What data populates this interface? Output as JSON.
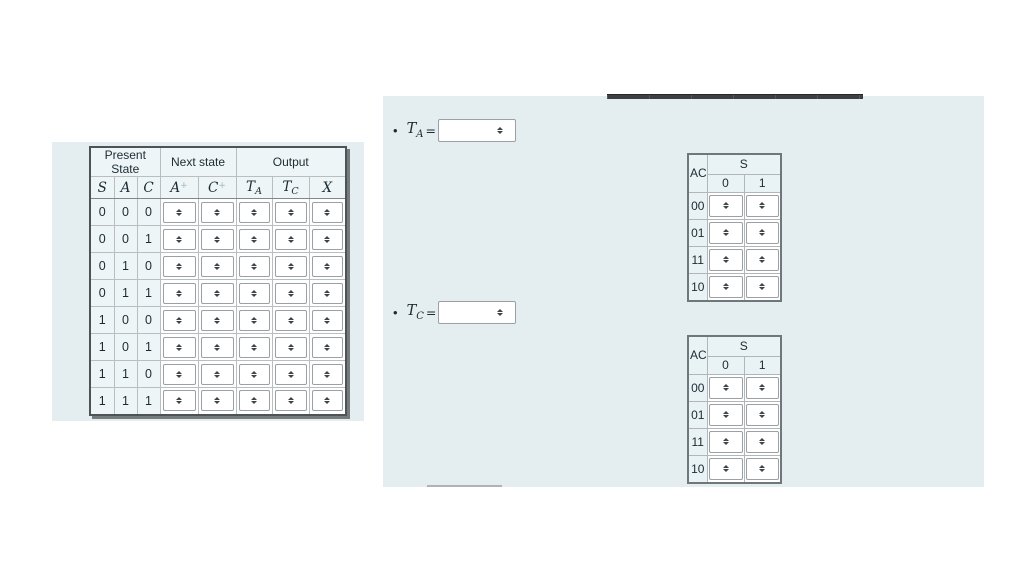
{
  "colors": {
    "panel_bg": "#e4eef1",
    "cell_bg": "#eef5f7",
    "select_bg": "#ffffff",
    "select_border": "#9aa0a3",
    "table_outer_border": "#4e5456",
    "table_inner_border": "#b9bfc1",
    "text": "#1c2b33",
    "superscript": "#9fb6c1",
    "divider_bar": "#3c4043"
  },
  "state_table": {
    "group_headers": [
      "Present State",
      "Next state",
      "Output"
    ],
    "group_spans": [
      3,
      2,
      3
    ],
    "variable_headers": [
      {
        "base": "S"
      },
      {
        "base": "A"
      },
      {
        "base": "C"
      },
      {
        "base": "A",
        "sup": "+"
      },
      {
        "base": "C",
        "sup": "+"
      },
      {
        "base": "T",
        "sub": "A"
      },
      {
        "base": "T",
        "sub": "C"
      },
      {
        "base": "X"
      }
    ],
    "select_columns": [
      "a-plus",
      "c-plus",
      "ta",
      "tc",
      "x"
    ],
    "rows": [
      [
        "0",
        "0",
        "0"
      ],
      [
        "0",
        "0",
        "1"
      ],
      [
        "0",
        "1",
        "0"
      ],
      [
        "0",
        "1",
        "1"
      ],
      [
        "1",
        "0",
        "0"
      ],
      [
        "1",
        "0",
        "1"
      ],
      [
        "1",
        "1",
        "0"
      ],
      [
        "1",
        "1",
        "1"
      ]
    ]
  },
  "equations": [
    {
      "bullet": "•",
      "variable": "T",
      "subscript": "A",
      "equals": "="
    },
    {
      "bullet": "•",
      "variable": "T",
      "subscript": "C",
      "equals": "="
    }
  ],
  "kmaps": [
    {
      "corner_label": "AC",
      "column_var": "S",
      "column_headers": [
        "0",
        "1"
      ],
      "row_headers": [
        "00",
        "01",
        "11",
        "10"
      ]
    },
    {
      "corner_label": "AC",
      "column_var": "S",
      "column_headers": [
        "0",
        "1"
      ],
      "row_headers": [
        "00",
        "01",
        "11",
        "10"
      ]
    }
  ]
}
